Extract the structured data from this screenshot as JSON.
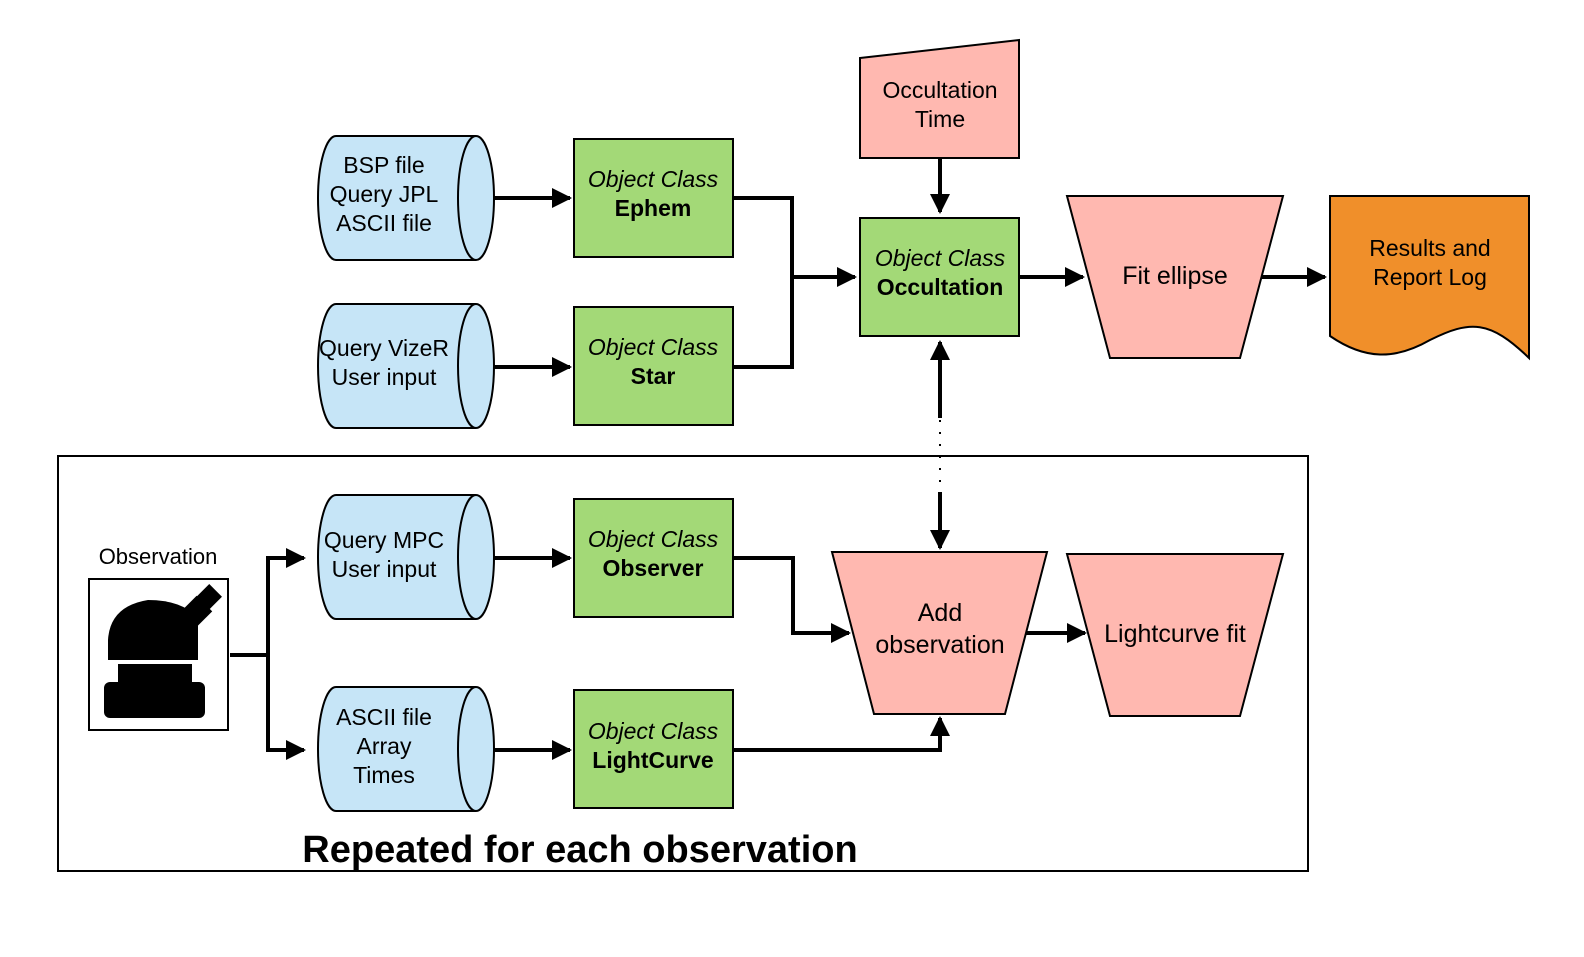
{
  "data_sources": {
    "ephem": [
      "BSP file",
      "Query JPL",
      "ASCII file"
    ],
    "star": [
      "Query VizeR",
      "User input"
    ],
    "observer": [
      "Query MPC",
      "User input"
    ],
    "lightcurve": [
      "ASCII file",
      "Array",
      "Times"
    ]
  },
  "classes": {
    "prefix": "Object Class",
    "ephem": "Ephem",
    "star": "Star",
    "occultation": "Occultation",
    "observer": "Observer",
    "lightcurve": "LightCurve"
  },
  "occultation_time": [
    "Occultation",
    "Time"
  ],
  "operations": {
    "fit_ellipse": "Fit ellipse",
    "add_observation": [
      "Add",
      "observation"
    ],
    "lightcurve_fit": "Lightcurve fit"
  },
  "results": [
    "Results and",
    "Report Log"
  ],
  "observation_label": "Observation",
  "observation_icon": "telescope-icon",
  "group_label": "Repeated for each observation",
  "colors": {
    "source": "#c6e5f7",
    "object_class": "#a3d977",
    "operation": "#ffb8b0",
    "results": "#f08f2a",
    "line": "#000000"
  }
}
